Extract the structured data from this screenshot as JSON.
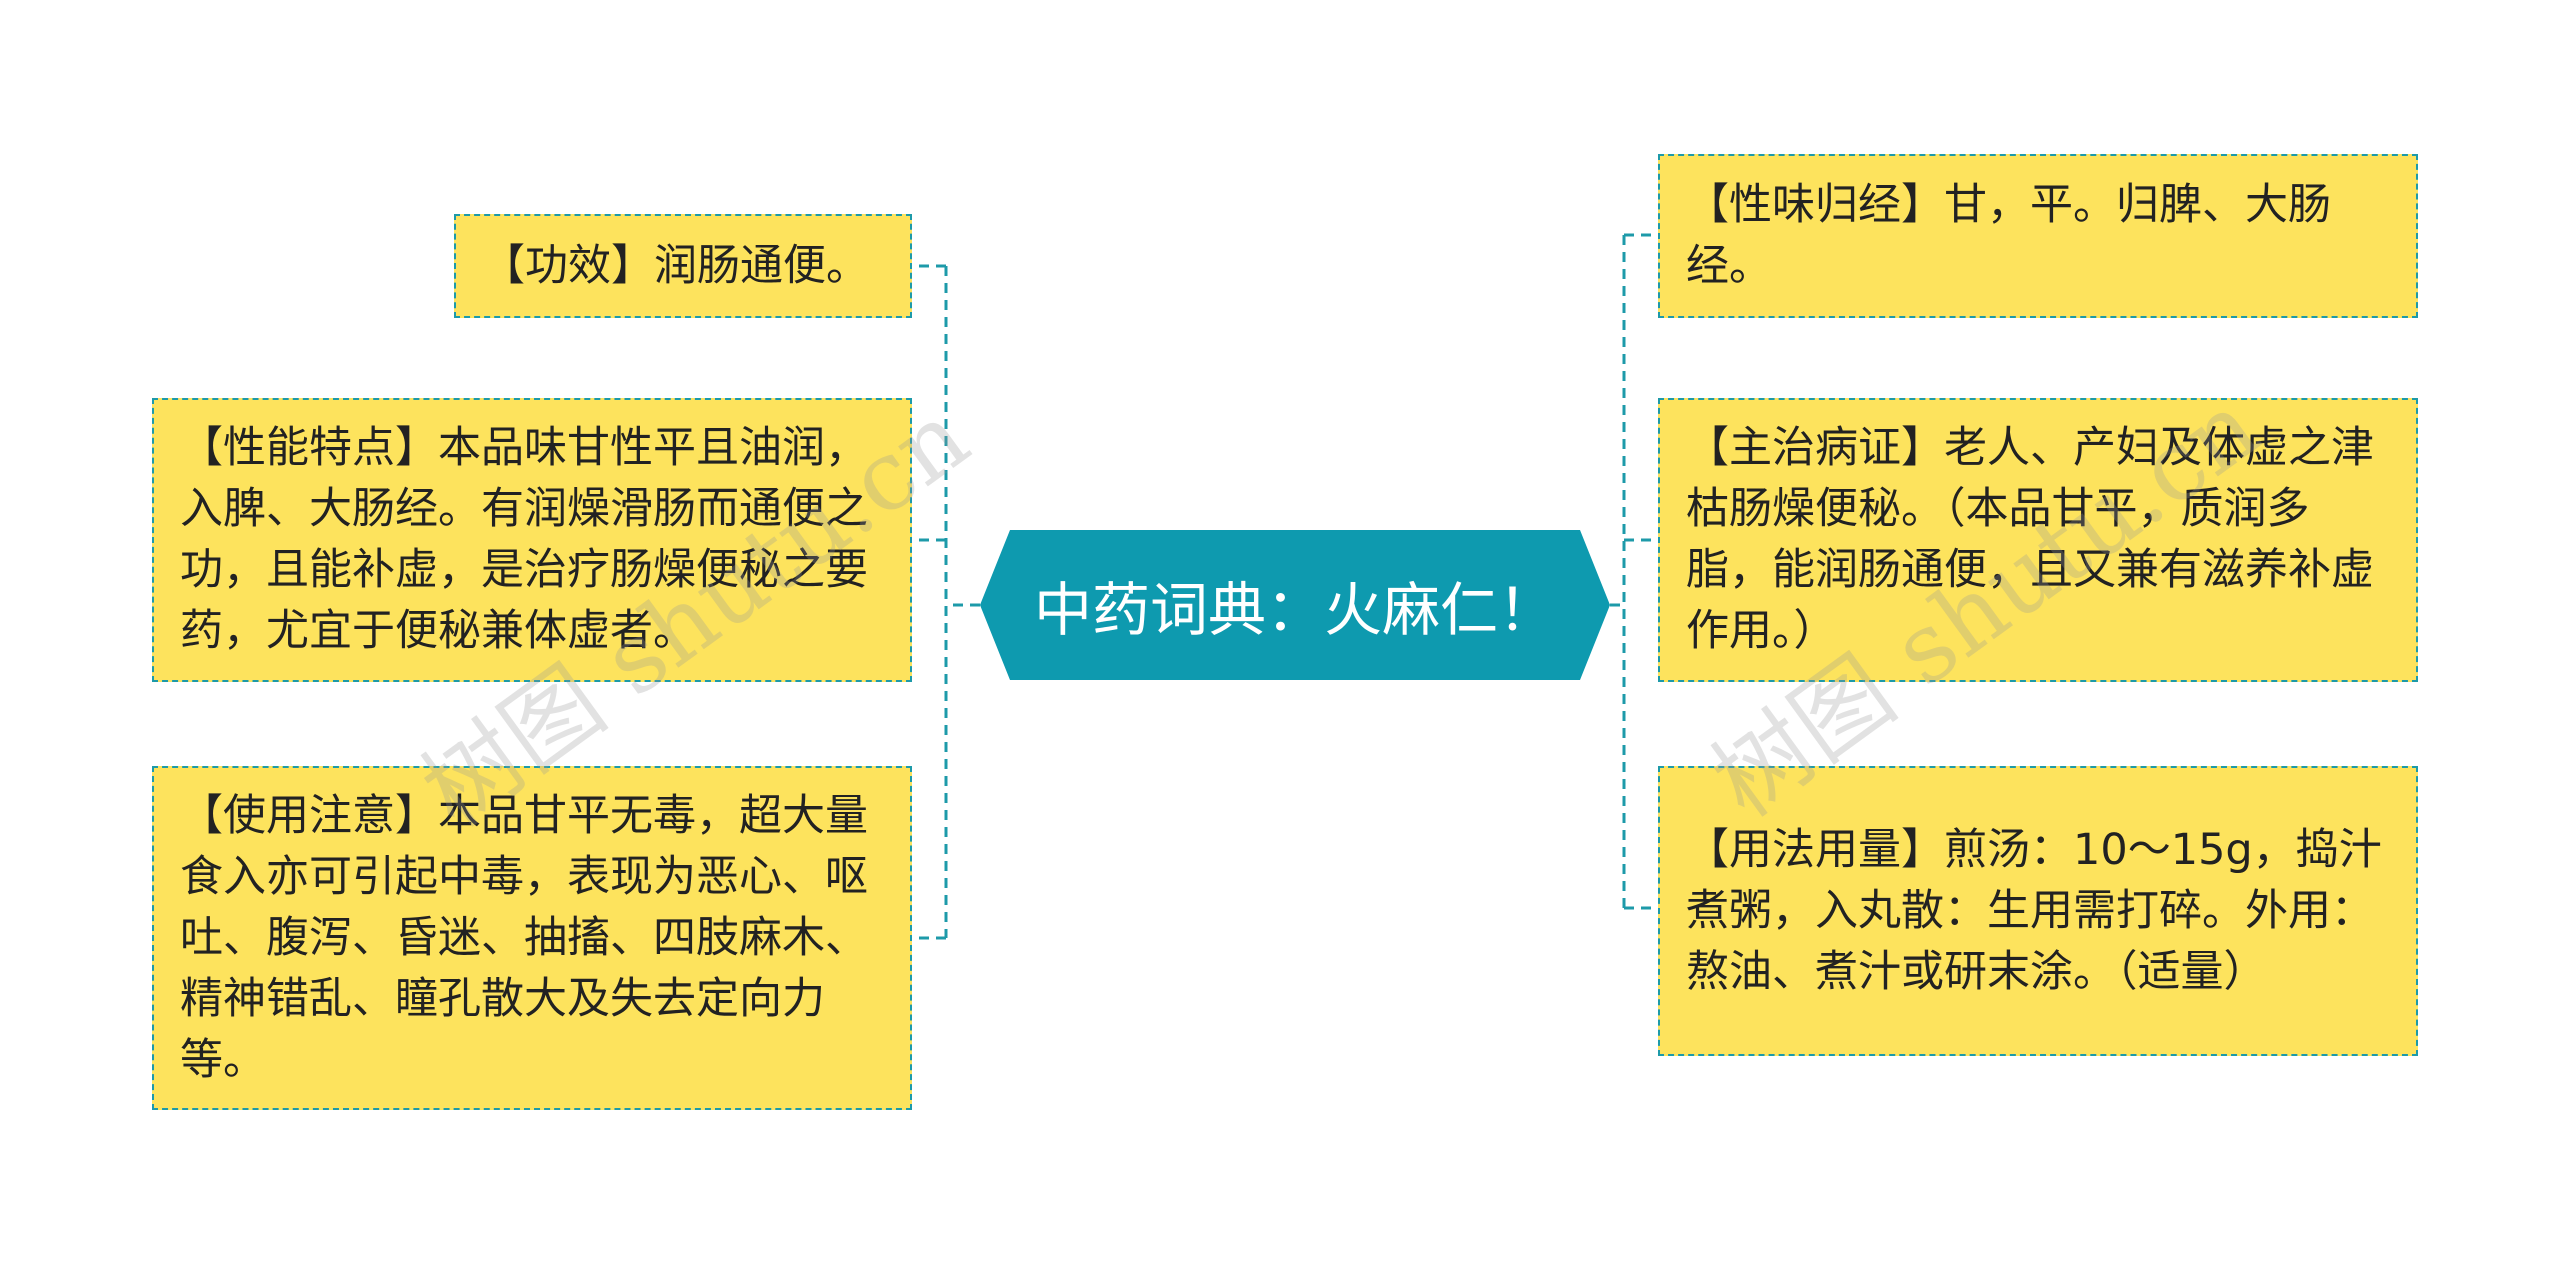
{
  "central": {
    "title": "中药词典：火麻仁！"
  },
  "left_nodes": [
    {
      "text": "【功效】润肠通便。"
    },
    {
      "text": "【性能特点】本品味甘性平且油润，入脾、大肠经。有润燥滑肠而通便之功，且能补虚，是治疗肠燥便秘之要药，尤宜于便秘兼体虚者。"
    },
    {
      "text": "【使用注意】本品甘平无毒，超大量食入亦可引起中毒，表现为恶心、呕吐、腹泻、昏迷、抽搐、四肢麻木、精神错乱、瞳孔散大及失去定向力等。"
    }
  ],
  "right_nodes": [
    {
      "text": "【性味归经】甘，平。归脾、大肠经。"
    },
    {
      "text": "【主治病证】老人、产妇及体虚之津枯肠燥便秘。（本品甘平，质润多脂，能润肠通便，且又兼有滋养补虚作用。）"
    },
    {
      "text": "【用法用量】煎汤：10～15g，捣汁煮粥，入丸散：生用需打碎。外用：熬油、煮汁或研末涂。（适量）"
    }
  ],
  "watermarks": {
    "left": "树图 shutu.cn",
    "right": "树图 shutu.cn"
  },
  "colors": {
    "central_fill": "#0e9aaf",
    "node_fill": "#fde35d",
    "connector": "#1d9aa9"
  }
}
